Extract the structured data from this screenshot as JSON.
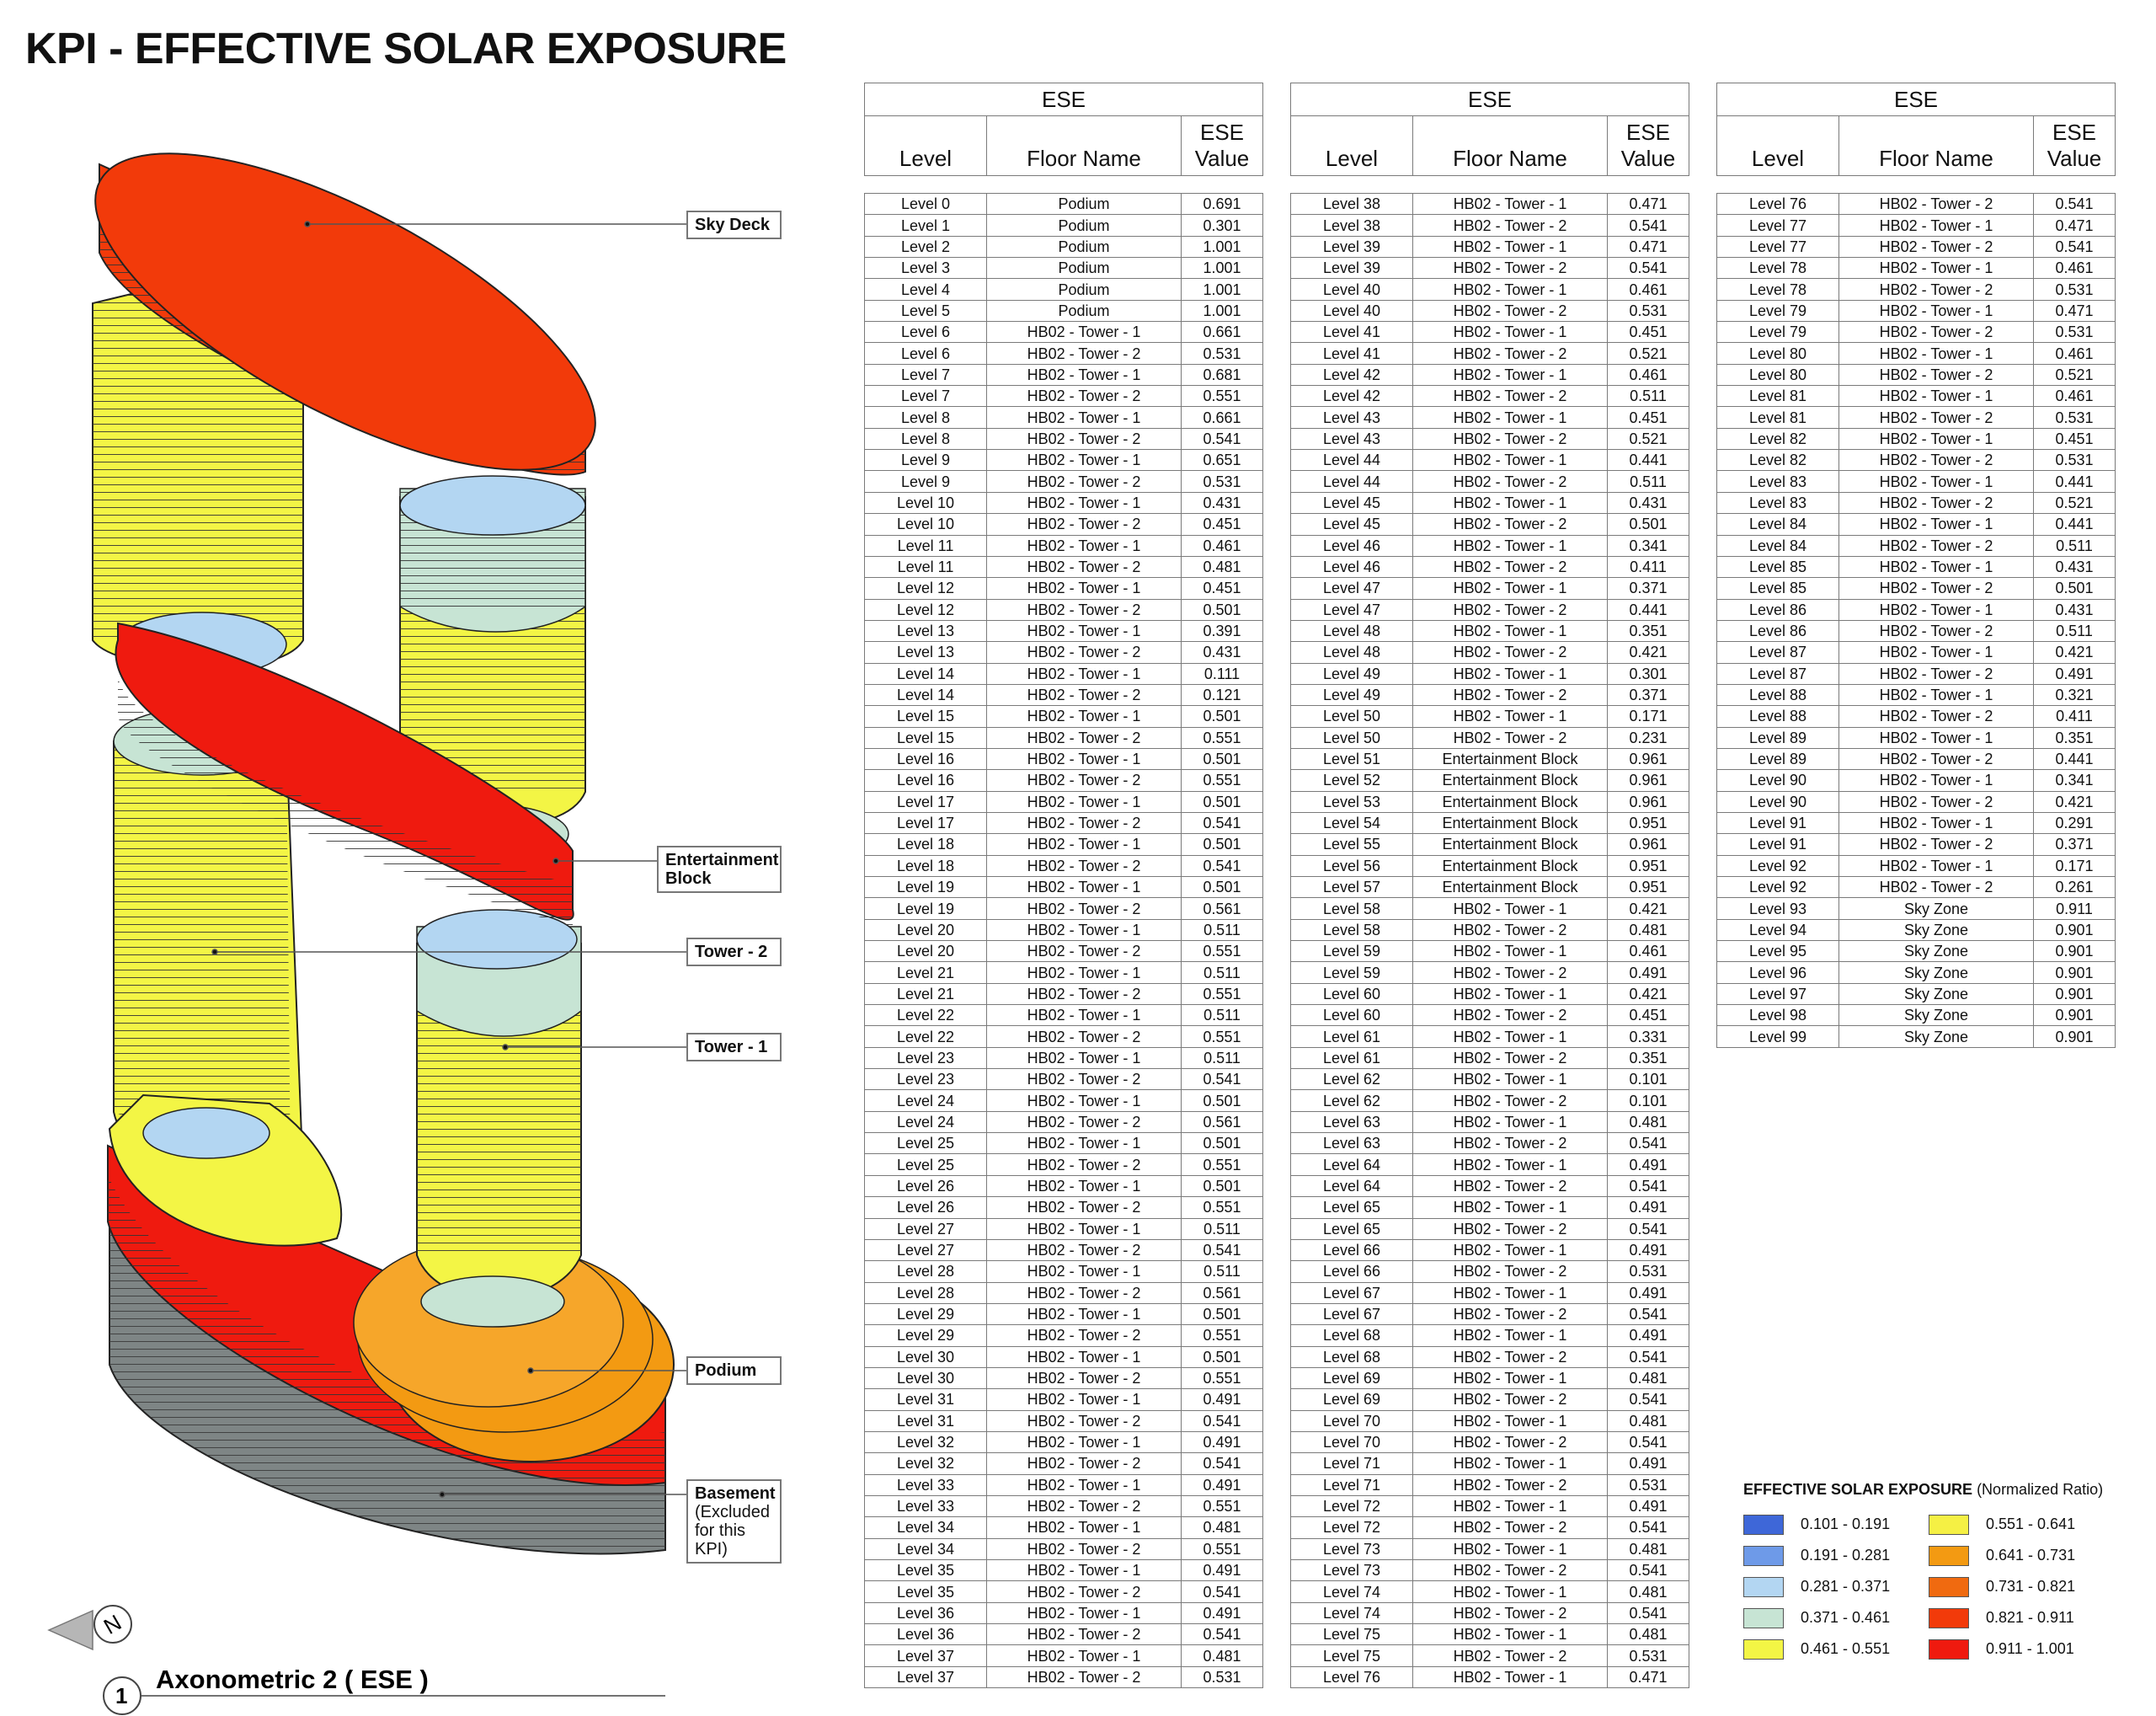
{
  "title": "KPI - EFFECTIVE SOLAR EXPOSURE",
  "view": {
    "number": "1",
    "title": "Axonometric 2 ( ESE )",
    "north": "N"
  },
  "callouts": {
    "sky_deck": "Sky Deck",
    "entertainment_l1": "Entertainment",
    "entertainment_l2": "Block",
    "tower2": "Tower - 2",
    "tower1": "Tower - 1",
    "podium": "Podium",
    "basement": "Basement",
    "basement_sub": "(Excluded for this KPI)"
  },
  "table_header": {
    "group": "ESE",
    "level": "Level",
    "floor": "Floor Name",
    "value_l1": "ESE",
    "value_l2": "Value"
  },
  "tables": [
    [
      [
        "Level 0",
        "Podium",
        "0.691"
      ],
      [
        "Level 1",
        "Podium",
        "0.301"
      ],
      [
        "Level 2",
        "Podium",
        "1.001"
      ],
      [
        "Level 3",
        "Podium",
        "1.001"
      ],
      [
        "Level 4",
        "Podium",
        "1.001"
      ],
      [
        "Level 5",
        "Podium",
        "1.001"
      ],
      [
        "Level 6",
        "HB02 - Tower - 1",
        "0.661"
      ],
      [
        "Level 6",
        "HB02 - Tower - 2",
        "0.531"
      ],
      [
        "Level 7",
        "HB02 - Tower - 1",
        "0.681"
      ],
      [
        "Level 7",
        "HB02 - Tower - 2",
        "0.551"
      ],
      [
        "Level 8",
        "HB02 - Tower - 1",
        "0.661"
      ],
      [
        "Level 8",
        "HB02 - Tower - 2",
        "0.541"
      ],
      [
        "Level 9",
        "HB02 - Tower - 1",
        "0.651"
      ],
      [
        "Level 9",
        "HB02 - Tower - 2",
        "0.531"
      ],
      [
        "Level 10",
        "HB02 - Tower - 1",
        "0.431"
      ],
      [
        "Level 10",
        "HB02 - Tower - 2",
        "0.451"
      ],
      [
        "Level 11",
        "HB02 - Tower - 1",
        "0.461"
      ],
      [
        "Level 11",
        "HB02 - Tower - 2",
        "0.481"
      ],
      [
        "Level 12",
        "HB02 - Tower - 1",
        "0.451"
      ],
      [
        "Level 12",
        "HB02 - Tower - 2",
        "0.501"
      ],
      [
        "Level 13",
        "HB02 - Tower - 1",
        "0.391"
      ],
      [
        "Level 13",
        "HB02 - Tower - 2",
        "0.431"
      ],
      [
        "Level 14",
        "HB02 - Tower - 1",
        "0.111"
      ],
      [
        "Level 14",
        "HB02 - Tower - 2",
        "0.121"
      ],
      [
        "Level 15",
        "HB02 - Tower - 1",
        "0.501"
      ],
      [
        "Level 15",
        "HB02 - Tower - 2",
        "0.551"
      ],
      [
        "Level 16",
        "HB02 - Tower - 1",
        "0.501"
      ],
      [
        "Level 16",
        "HB02 - Tower - 2",
        "0.551"
      ],
      [
        "Level 17",
        "HB02 - Tower - 1",
        "0.501"
      ],
      [
        "Level 17",
        "HB02 - Tower - 2",
        "0.541"
      ],
      [
        "Level 18",
        "HB02 - Tower - 1",
        "0.501"
      ],
      [
        "Level 18",
        "HB02 - Tower - 2",
        "0.541"
      ],
      [
        "Level 19",
        "HB02 - Tower - 1",
        "0.501"
      ],
      [
        "Level 19",
        "HB02 - Tower - 2",
        "0.561"
      ],
      [
        "Level 20",
        "HB02 - Tower - 1",
        "0.511"
      ],
      [
        "Level 20",
        "HB02 - Tower - 2",
        "0.551"
      ],
      [
        "Level 21",
        "HB02 - Tower - 1",
        "0.511"
      ],
      [
        "Level 21",
        "HB02 - Tower - 2",
        "0.551"
      ],
      [
        "Level 22",
        "HB02 - Tower - 1",
        "0.511"
      ],
      [
        "Level 22",
        "HB02 - Tower - 2",
        "0.551"
      ],
      [
        "Level 23",
        "HB02 - Tower - 1",
        "0.511"
      ],
      [
        "Level 23",
        "HB02 - Tower - 2",
        "0.541"
      ],
      [
        "Level 24",
        "HB02 - Tower - 1",
        "0.501"
      ],
      [
        "Level 24",
        "HB02 - Tower - 2",
        "0.561"
      ],
      [
        "Level 25",
        "HB02 - Tower - 1",
        "0.501"
      ],
      [
        "Level 25",
        "HB02 - Tower - 2",
        "0.551"
      ],
      [
        "Level 26",
        "HB02 - Tower - 1",
        "0.501"
      ],
      [
        "Level 26",
        "HB02 - Tower - 2",
        "0.551"
      ],
      [
        "Level 27",
        "HB02 - Tower - 1",
        "0.511"
      ],
      [
        "Level 27",
        "HB02 - Tower - 2",
        "0.541"
      ],
      [
        "Level 28",
        "HB02 - Tower - 1",
        "0.511"
      ],
      [
        "Level 28",
        "HB02 - Tower - 2",
        "0.561"
      ],
      [
        "Level 29",
        "HB02 - Tower - 1",
        "0.501"
      ],
      [
        "Level 29",
        "HB02 - Tower - 2",
        "0.551"
      ],
      [
        "Level 30",
        "HB02 - Tower - 1",
        "0.501"
      ],
      [
        "Level 30",
        "HB02 - Tower - 2",
        "0.551"
      ],
      [
        "Level 31",
        "HB02 - Tower - 1",
        "0.491"
      ],
      [
        "Level 31",
        "HB02 - Tower - 2",
        "0.541"
      ],
      [
        "Level 32",
        "HB02 - Tower - 1",
        "0.491"
      ],
      [
        "Level 32",
        "HB02 - Tower - 2",
        "0.541"
      ],
      [
        "Level 33",
        "HB02 - Tower - 1",
        "0.491"
      ],
      [
        "Level 33",
        "HB02 - Tower - 2",
        "0.551"
      ],
      [
        "Level 34",
        "HB02 - Tower - 1",
        "0.481"
      ],
      [
        "Level 34",
        "HB02 - Tower - 2",
        "0.551"
      ],
      [
        "Level 35",
        "HB02 - Tower - 1",
        "0.491"
      ],
      [
        "Level 35",
        "HB02 - Tower - 2",
        "0.541"
      ],
      [
        "Level 36",
        "HB02 - Tower - 1",
        "0.491"
      ],
      [
        "Level 36",
        "HB02 - Tower - 2",
        "0.541"
      ],
      [
        "Level 37",
        "HB02 - Tower - 1",
        "0.481"
      ],
      [
        "Level 37",
        "HB02 - Tower - 2",
        "0.531"
      ]
    ],
    [
      [
        "Level 38",
        "HB02 - Tower - 1",
        "0.471"
      ],
      [
        "Level 38",
        "HB02 - Tower - 2",
        "0.541"
      ],
      [
        "Level 39",
        "HB02 - Tower - 1",
        "0.471"
      ],
      [
        "Level 39",
        "HB02 - Tower - 2",
        "0.541"
      ],
      [
        "Level 40",
        "HB02 - Tower - 1",
        "0.461"
      ],
      [
        "Level 40",
        "HB02 - Tower - 2",
        "0.531"
      ],
      [
        "Level 41",
        "HB02 - Tower - 1",
        "0.451"
      ],
      [
        "Level 41",
        "HB02 - Tower - 2",
        "0.521"
      ],
      [
        "Level 42",
        "HB02 - Tower - 1",
        "0.461"
      ],
      [
        "Level 42",
        "HB02 - Tower - 2",
        "0.511"
      ],
      [
        "Level 43",
        "HB02 - Tower - 1",
        "0.451"
      ],
      [
        "Level 43",
        "HB02 - Tower - 2",
        "0.521"
      ],
      [
        "Level 44",
        "HB02 - Tower - 1",
        "0.441"
      ],
      [
        "Level 44",
        "HB02 - Tower - 2",
        "0.511"
      ],
      [
        "Level 45",
        "HB02 - Tower - 1",
        "0.431"
      ],
      [
        "Level 45",
        "HB02 - Tower - 2",
        "0.501"
      ],
      [
        "Level 46",
        "HB02 - Tower - 1",
        "0.341"
      ],
      [
        "Level 46",
        "HB02 - Tower - 2",
        "0.411"
      ],
      [
        "Level 47",
        "HB02 - Tower - 1",
        "0.371"
      ],
      [
        "Level 47",
        "HB02 - Tower - 2",
        "0.441"
      ],
      [
        "Level 48",
        "HB02 - Tower - 1",
        "0.351"
      ],
      [
        "Level 48",
        "HB02 - Tower - 2",
        "0.421"
      ],
      [
        "Level 49",
        "HB02 - Tower - 1",
        "0.301"
      ],
      [
        "Level 49",
        "HB02 - Tower - 2",
        "0.371"
      ],
      [
        "Level 50",
        "HB02 - Tower - 1",
        "0.171"
      ],
      [
        "Level 50",
        "HB02 - Tower - 2",
        "0.231"
      ],
      [
        "Level 51",
        "Entertainment Block",
        "0.961"
      ],
      [
        "Level 52",
        "Entertainment Block",
        "0.961"
      ],
      [
        "Level 53",
        "Entertainment Block",
        "0.961"
      ],
      [
        "Level 54",
        "Entertainment Block",
        "0.951"
      ],
      [
        "Level 55",
        "Entertainment Block",
        "0.961"
      ],
      [
        "Level 56",
        "Entertainment Block",
        "0.951"
      ],
      [
        "Level 57",
        "Entertainment Block",
        "0.951"
      ],
      [
        "Level 58",
        "HB02 - Tower - 1",
        "0.421"
      ],
      [
        "Level 58",
        "HB02 - Tower - 2",
        "0.481"
      ],
      [
        "Level 59",
        "HB02 - Tower - 1",
        "0.461"
      ],
      [
        "Level 59",
        "HB02 - Tower - 2",
        "0.491"
      ],
      [
        "Level 60",
        "HB02 - Tower - 1",
        "0.421"
      ],
      [
        "Level 60",
        "HB02 - Tower - 2",
        "0.451"
      ],
      [
        "Level 61",
        "HB02 - Tower - 1",
        "0.331"
      ],
      [
        "Level 61",
        "HB02 - Tower - 2",
        "0.351"
      ],
      [
        "Level 62",
        "HB02 - Tower - 1",
        "0.101"
      ],
      [
        "Level 62",
        "HB02 - Tower - 2",
        "0.101"
      ],
      [
        "Level 63",
        "HB02 - Tower - 1",
        "0.481"
      ],
      [
        "Level 63",
        "HB02 - Tower - 2",
        "0.541"
      ],
      [
        "Level 64",
        "HB02 - Tower - 1",
        "0.491"
      ],
      [
        "Level 64",
        "HB02 - Tower - 2",
        "0.541"
      ],
      [
        "Level 65",
        "HB02 - Tower - 1",
        "0.491"
      ],
      [
        "Level 65",
        "HB02 - Tower - 2",
        "0.541"
      ],
      [
        "Level 66",
        "HB02 - Tower - 1",
        "0.491"
      ],
      [
        "Level 66",
        "HB02 - Tower - 2",
        "0.531"
      ],
      [
        "Level 67",
        "HB02 - Tower - 1",
        "0.491"
      ],
      [
        "Level 67",
        "HB02 - Tower - 2",
        "0.541"
      ],
      [
        "Level 68",
        "HB02 - Tower - 1",
        "0.491"
      ],
      [
        "Level 68",
        "HB02 - Tower - 2",
        "0.541"
      ],
      [
        "Level 69",
        "HB02 - Tower - 1",
        "0.481"
      ],
      [
        "Level 69",
        "HB02 - Tower - 2",
        "0.541"
      ],
      [
        "Level 70",
        "HB02 - Tower - 1",
        "0.481"
      ],
      [
        "Level 70",
        "HB02 - Tower - 2",
        "0.541"
      ],
      [
        "Level 71",
        "HB02 - Tower - 1",
        "0.491"
      ],
      [
        "Level 71",
        "HB02 - Tower - 2",
        "0.531"
      ],
      [
        "Level 72",
        "HB02 - Tower - 1",
        "0.491"
      ],
      [
        "Level 72",
        "HB02 - Tower - 2",
        "0.541"
      ],
      [
        "Level 73",
        "HB02 - Tower - 1",
        "0.481"
      ],
      [
        "Level 73",
        "HB02 - Tower - 2",
        "0.541"
      ],
      [
        "Level 74",
        "HB02 - Tower - 1",
        "0.481"
      ],
      [
        "Level 74",
        "HB02 - Tower - 2",
        "0.541"
      ],
      [
        "Level 75",
        "HB02 - Tower - 1",
        "0.481"
      ],
      [
        "Level 75",
        "HB02 - Tower - 2",
        "0.531"
      ],
      [
        "Level 76",
        "HB02 - Tower - 1",
        "0.471"
      ]
    ],
    [
      [
        "Level 76",
        "HB02 - Tower - 2",
        "0.541"
      ],
      [
        "Level 77",
        "HB02 - Tower - 1",
        "0.471"
      ],
      [
        "Level 77",
        "HB02 - Tower - 2",
        "0.541"
      ],
      [
        "Level 78",
        "HB02 - Tower - 1",
        "0.461"
      ],
      [
        "Level 78",
        "HB02 - Tower - 2",
        "0.531"
      ],
      [
        "Level 79",
        "HB02 - Tower - 1",
        "0.471"
      ],
      [
        "Level 79",
        "HB02 - Tower - 2",
        "0.531"
      ],
      [
        "Level 80",
        "HB02 - Tower - 1",
        "0.461"
      ],
      [
        "Level 80",
        "HB02 - Tower - 2",
        "0.521"
      ],
      [
        "Level 81",
        "HB02 - Tower - 1",
        "0.461"
      ],
      [
        "Level 81",
        "HB02 - Tower - 2",
        "0.531"
      ],
      [
        "Level 82",
        "HB02 - Tower - 1",
        "0.451"
      ],
      [
        "Level 82",
        "HB02 - Tower - 2",
        "0.531"
      ],
      [
        "Level 83",
        "HB02 - Tower - 1",
        "0.441"
      ],
      [
        "Level 83",
        "HB02 - Tower - 2",
        "0.521"
      ],
      [
        "Level 84",
        "HB02 - Tower - 1",
        "0.441"
      ],
      [
        "Level 84",
        "HB02 - Tower - 2",
        "0.511"
      ],
      [
        "Level 85",
        "HB02 - Tower - 1",
        "0.431"
      ],
      [
        "Level 85",
        "HB02 - Tower - 2",
        "0.501"
      ],
      [
        "Level 86",
        "HB02 - Tower - 1",
        "0.431"
      ],
      [
        "Level 86",
        "HB02 - Tower - 2",
        "0.511"
      ],
      [
        "Level 87",
        "HB02 - Tower - 1",
        "0.421"
      ],
      [
        "Level 87",
        "HB02 - Tower - 2",
        "0.491"
      ],
      [
        "Level 88",
        "HB02 - Tower - 1",
        "0.321"
      ],
      [
        "Level 88",
        "HB02 - Tower - 2",
        "0.411"
      ],
      [
        "Level 89",
        "HB02 - Tower - 1",
        "0.351"
      ],
      [
        "Level 89",
        "HB02 - Tower - 2",
        "0.441"
      ],
      [
        "Level 90",
        "HB02 - Tower - 1",
        "0.341"
      ],
      [
        "Level 90",
        "HB02 - Tower - 2",
        "0.421"
      ],
      [
        "Level 91",
        "HB02 - Tower - 1",
        "0.291"
      ],
      [
        "Level 91",
        "HB02 - Tower - 2",
        "0.371"
      ],
      [
        "Level 92",
        "HB02 - Tower - 1",
        "0.171"
      ],
      [
        "Level 92",
        "HB02 - Tower - 2",
        "0.261"
      ],
      [
        "Level 93",
        "Sky Zone",
        "0.911"
      ],
      [
        "Level 94",
        "Sky Zone",
        "0.901"
      ],
      [
        "Level 95",
        "Sky Zone",
        "0.901"
      ],
      [
        "Level 96",
        "Sky Zone",
        "0.901"
      ],
      [
        "Level 97",
        "Sky Zone",
        "0.901"
      ],
      [
        "Level 98",
        "Sky Zone",
        "0.901"
      ],
      [
        "Level 99",
        "Sky Zone",
        "0.901"
      ]
    ]
  ],
  "legend": {
    "title": "EFFECTIVE SOLAR EXPOSURE",
    "title_suffix": "(Normalized Ratio)",
    "items": [
      {
        "range": "0.101 - 0.191",
        "color": "#3e67d8"
      },
      {
        "range": "0.551 - 0.641",
        "color": "#f5f044"
      },
      {
        "range": "0.191 - 0.281",
        "color": "#6e9ae8"
      },
      {
        "range": "0.641 - 0.731",
        "color": "#f39a12"
      },
      {
        "range": "0.281 - 0.371",
        "color": "#b3d6f2"
      },
      {
        "range": "0.731 - 0.821",
        "color": "#f06a10"
      },
      {
        "range": "0.371 - 0.461",
        "color": "#c7e4d4"
      },
      {
        "range": "0.821 - 0.911",
        "color": "#f23a0a"
      },
      {
        "range": "0.461 - 0.551",
        "color": "#f3f545"
      },
      {
        "range": "0.911 - 1.001",
        "color": "#ef1a0f"
      }
    ]
  }
}
